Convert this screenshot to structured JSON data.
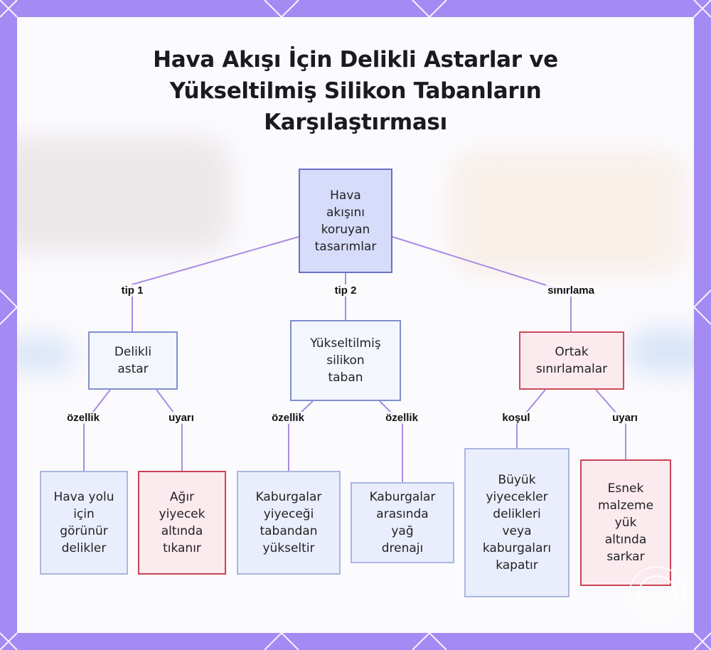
{
  "title": {
    "line1": "Hava Akışı İçin Delikli Astarlar ve",
    "line2": "Yükseltilmiş Silikon Tabanların",
    "line3": "Karşılaştırması"
  },
  "nodes": {
    "root": "Hava\nakışını\nkoruyan\ntasarımlar",
    "perforated": "Delikli\nastar",
    "silicone": "Yükseltilmiş\nsilikon\ntaban",
    "limits": "Ortak\nsınırlamalar",
    "holes": "Hava yolu\niçin\ngörünür\ndelikler",
    "clog": "Ağır\nyiyecek\naltında\ntıkanır",
    "raise": "Kaburgalar\nyiyeceği\ntabandan\nyükseltir",
    "drain": "Kaburgalar\narasında\nyağ\ndrenajı",
    "cover": "Büyük\nyiyecekler\ndelikleri\nveya\nkaburgaları\nkapatır",
    "sag": "Esnek\nmalzeme\nyük\naltında\nsarkar"
  },
  "edges": {
    "type1": "tip 1",
    "type2": "tip 2",
    "limitation": "sınırlama",
    "feature_a": "özellik",
    "warning_a": "uyarı",
    "feature_b": "özellik",
    "feature_c": "özellik",
    "condition": "koşul",
    "warning_b": "uyarı"
  },
  "colors": {
    "frame": "#a48af3",
    "edge": "#a98be3",
    "root_fill": "#d8dcfb",
    "warn_border": "#cc4b5b"
  }
}
